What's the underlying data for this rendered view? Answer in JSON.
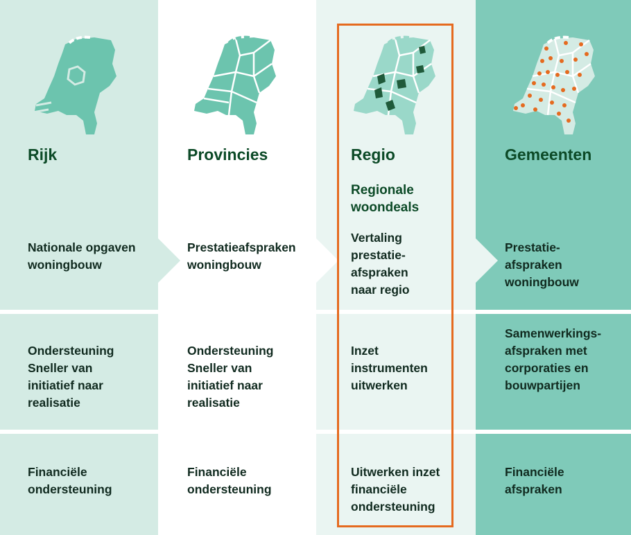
{
  "columns": [
    {
      "title": "Rijk",
      "subtitle": "",
      "rows": [
        "Nationale opgaven woningbouw",
        "Ondersteuning Sneller van initiatief naar realisatie",
        "Financiële ondersteuning"
      ]
    },
    {
      "title": "Provincies",
      "subtitle": "",
      "rows": [
        "Prestatieafspraken woningbouw",
        "Ondersteuning Sneller van initiatief naar realisatie",
        "Financiële ondersteuning"
      ]
    },
    {
      "title": "Regio",
      "subtitle": "Regionale woondeals",
      "rows": [
        "Vertaling prestatie-afspraken naar regio",
        "Inzet instrumenten uitwerken",
        "Uitwerken inzet financiële ondersteuning"
      ]
    },
    {
      "title": "Gemeenten",
      "subtitle": "",
      "rows": [
        "Prestatie-afspraken woningbouw",
        "Samenwerkings-afspraken met corporaties en bouwpartijen",
        "Financiële afspraken"
      ]
    }
  ],
  "colors": {
    "rijk_bg": "#d4ebe4",
    "provincies_bg": "#ffffff",
    "regio_bg": "#eaf5f2",
    "gemeenten_bg": "#7fcab9",
    "title_text": "#0c4a27",
    "highlight_border": "#e56a1f",
    "map_fill": "#6cc4ae",
    "map_dark": "#1f5a3a",
    "dot": "#e56a1f"
  },
  "icons": [
    "netherlands-map-icon",
    "netherlands-provinces-map-icon",
    "netherlands-regions-map-icon",
    "netherlands-municipalities-map-icon"
  ]
}
